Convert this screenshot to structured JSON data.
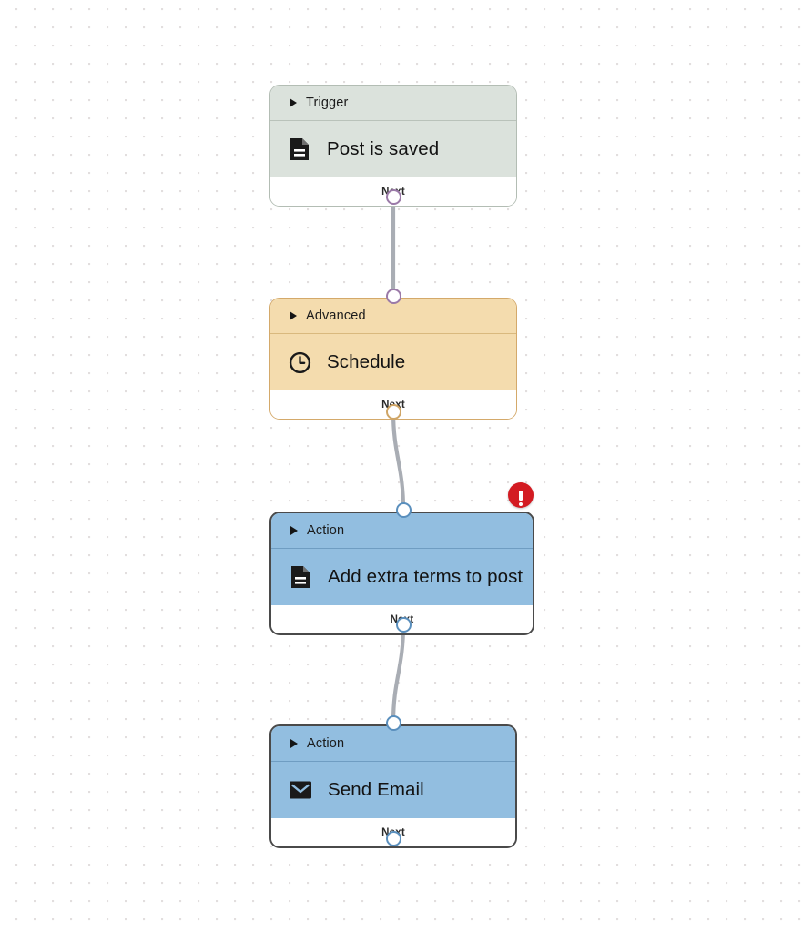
{
  "canvas": {
    "background_color": "#ffffff",
    "grid_dot_color": "#e2dede",
    "grid_spacing": 20
  },
  "workflow": {
    "connectors": [
      {
        "id": "trigger-to-advanced",
        "from": "node-trigger",
        "to": "node-advanced",
        "shape": "straight",
        "color": "#a9adb4"
      },
      {
        "id": "advanced-to-action-1",
        "from": "node-advanced",
        "to": "node-action-1",
        "shape": "curve-right",
        "color": "#a9adb4"
      },
      {
        "id": "action-1-to-action-2",
        "from": "node-action-1",
        "to": "node-action-2",
        "shape": "curve-left",
        "color": "#a9adb4"
      }
    ],
    "nodes": [
      {
        "id": "node-trigger",
        "category": "Trigger",
        "title": "Post is saved",
        "icon": "document-icon",
        "footer_label": "Next",
        "variant": "trigger",
        "fill_color": "#dbe2dc",
        "border_color": "#b3bdb4",
        "has_error": false,
        "input_port": null,
        "output_port": "purple"
      },
      {
        "id": "node-advanced",
        "category": "Advanced",
        "title": "Schedule",
        "icon": "clock-icon",
        "footer_label": "Next",
        "variant": "advanced",
        "fill_color": "#f4dcae",
        "border_color": "#d4a96a",
        "has_error": false,
        "input_port": "purple",
        "output_port": "tan"
      },
      {
        "id": "node-action-1",
        "category": "Action",
        "title": "Add extra terms to post",
        "icon": "document-icon",
        "footer_label": "Next",
        "variant": "action",
        "fill_color": "#92bee0",
        "border_color": "#4a4a4a",
        "has_error": true,
        "error_badge": "alert-exclamation",
        "error_color": "#d31b22",
        "input_port": "blue",
        "output_port": "blue"
      },
      {
        "id": "node-action-2",
        "category": "Action",
        "title": "Send Email",
        "icon": "envelope-icon",
        "footer_label": "Next",
        "variant": "action",
        "fill_color": "#92bee0",
        "border_color": "#4a4a4a",
        "has_error": false,
        "input_port": "blue",
        "output_port": "blue"
      }
    ]
  }
}
